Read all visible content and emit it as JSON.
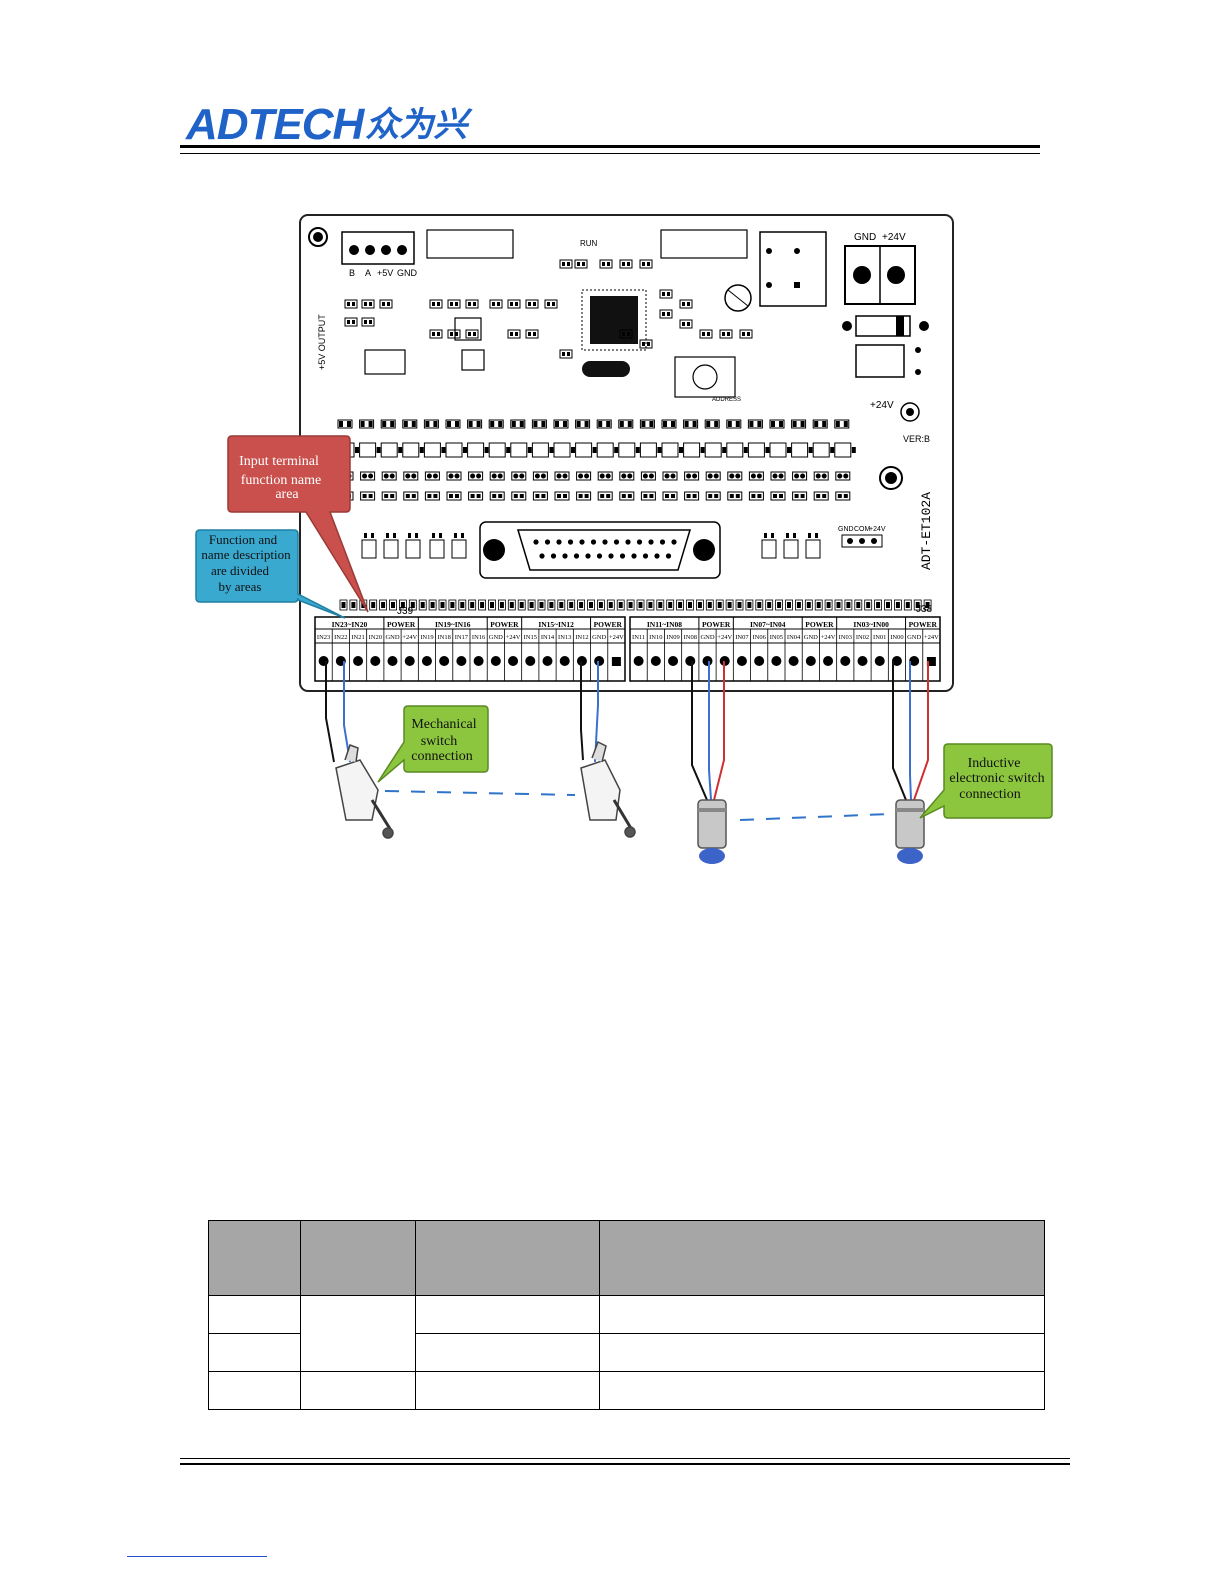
{
  "header": {
    "logo_text": "ADTECH",
    "logo_cn": "众为兴"
  },
  "board": {
    "model": "ADT-ET102A",
    "version": "VER:B",
    "power_gnd": "GND",
    "power_24v": "+24V",
    "led_24v": "+24V",
    "top_connector": [
      "B",
      "A",
      "+5V",
      "GND"
    ],
    "output_5v": "+5V OUTPUT",
    "run": "RUN",
    "address": "ADDRESS",
    "right_header": [
      "GND",
      "COM",
      "+24V"
    ],
    "j39": "J39",
    "j38": "J38",
    "group_labels": [
      "IN23~IN20",
      "POWER",
      "IN19~IN16",
      "POWER",
      "IN15~IN12",
      "POWER",
      "IN11~IN08",
      "POWER",
      "IN07~IN04",
      "POWER",
      "IN03~IN00",
      "POWER"
    ],
    "terminals_left": [
      "IN23",
      "IN22",
      "IN21",
      "IN20",
      "GND",
      "+24V",
      "IN19",
      "IN18",
      "IN17",
      "IN16",
      "GND",
      "+24V",
      "IN15",
      "IN14",
      "IN13",
      "IN12",
      "GND",
      "+24V"
    ],
    "terminals_right": [
      "IN11",
      "IN10",
      "IN09",
      "IN08",
      "GND",
      "+24V",
      "IN07",
      "IN06",
      "IN05",
      "IN04",
      "GND",
      "+24V",
      "IN03",
      "IN02",
      "IN01",
      "IN00",
      "GND",
      "+24V"
    ]
  },
  "callouts": {
    "input_terminal": [
      "Input terminal",
      "function name",
      "area"
    ],
    "function_desc": [
      "Function and",
      "name description",
      "are divided",
      "by areas"
    ],
    "mechanical": [
      "Mechanical",
      "switch",
      "connection"
    ],
    "inductive": [
      "Inductive",
      "electronic switch",
      "connection"
    ]
  },
  "colors": {
    "logo": "#1f63c8",
    "callout_red": "#c9504c",
    "callout_blue": "#3aa9cf",
    "callout_green": "#8cc63f",
    "header_gray": "#a6a6a6"
  },
  "table": {
    "rows": 3,
    "columns": 4
  }
}
